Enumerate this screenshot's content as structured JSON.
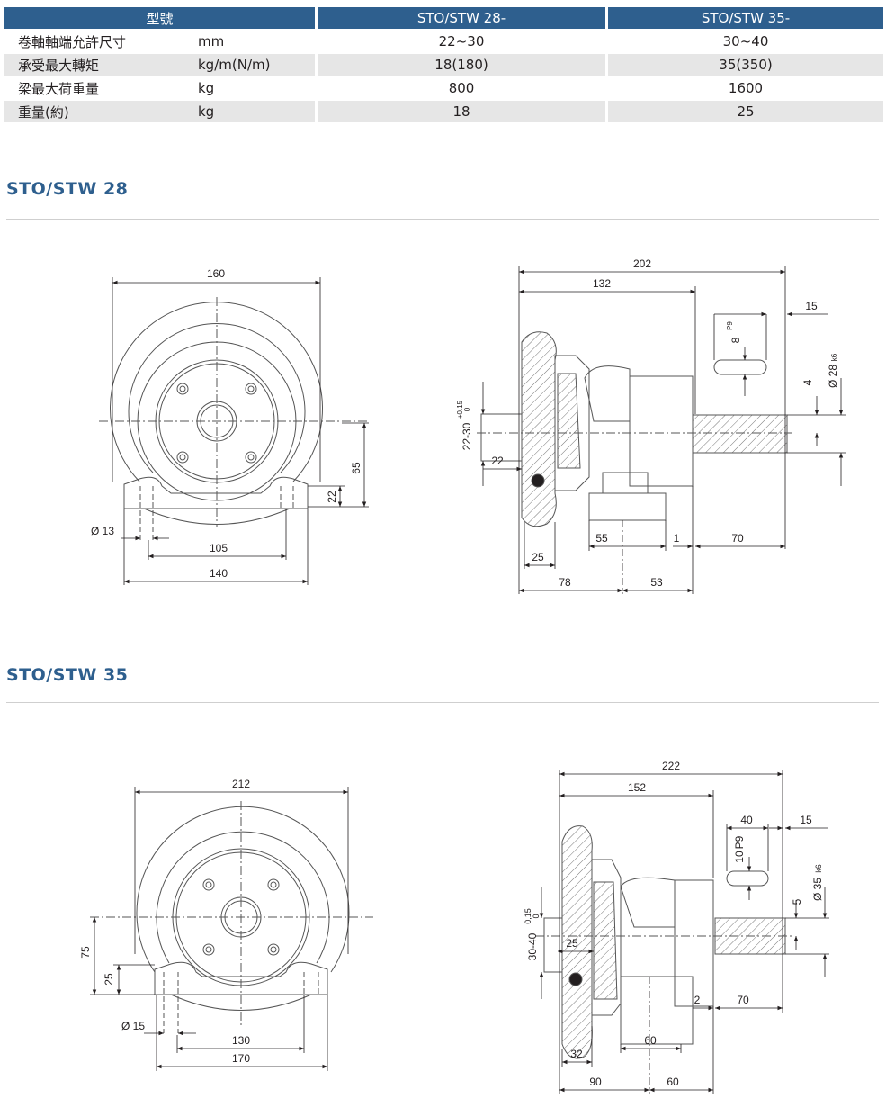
{
  "spec_table": {
    "header": [
      "型號",
      "STO/STW 28-",
      "STO/STW 35-"
    ],
    "rows": [
      {
        "name": "卷軸軸端允許尺寸",
        "unit": "mm",
        "v28": "22~30",
        "v35": "30~40"
      },
      {
        "name": "承受最大轉矩",
        "unit": "kg/m(N/m)",
        "v28": "18(180)",
        "v35": "35(350)"
      },
      {
        "name": "梁最大荷重量",
        "unit": "kg",
        "v28": "800",
        "v35": "1600"
      },
      {
        "name": "重量(約)",
        "unit": "kg",
        "v28": "18",
        "v35": "25"
      }
    ]
  },
  "sections": [
    {
      "title": "STO/STW  28"
    },
    {
      "title": "STO/STW  35"
    }
  ],
  "drawing28": {
    "front": {
      "width": "160",
      "height": "65",
      "offset": "22",
      "hole": "Ø 13",
      "span": "105",
      "base": "140"
    },
    "side": {
      "overall": "202",
      "body": "132",
      "key_w": "8",
      "key_tol": "P9",
      "shaft_end": "15",
      "key_depth": "4",
      "shaft_dia": "Ø 28",
      "shaft_tol": "k6",
      "bore": "22-30",
      "bore_tol_up": "+0.15",
      "bore_tol_low": "0",
      "d22": "22",
      "d25": "25",
      "d55": "55",
      "d1": "1",
      "d70": "70",
      "d78": "78",
      "d53": "53"
    }
  },
  "drawing35": {
    "front": {
      "width": "212",
      "height": "75",
      "offset": "25",
      "hole": "Ø 15",
      "span": "130",
      "base": "170"
    },
    "side": {
      "overall": "222",
      "body": "152",
      "key_w": "10",
      "key_tol": "P9",
      "d40": "40",
      "shaft_end": "15",
      "key_depth": "5",
      "shaft_dia": "Ø 35",
      "shaft_tol": "k6",
      "bore": "30-40",
      "bore_tol_up": "0,15",
      "bore_tol_low": "0",
      "d25": "25",
      "d60a": "60",
      "d2": "2",
      "d70": "70",
      "d32": "32",
      "d90": "90",
      "d60b": "60"
    }
  }
}
